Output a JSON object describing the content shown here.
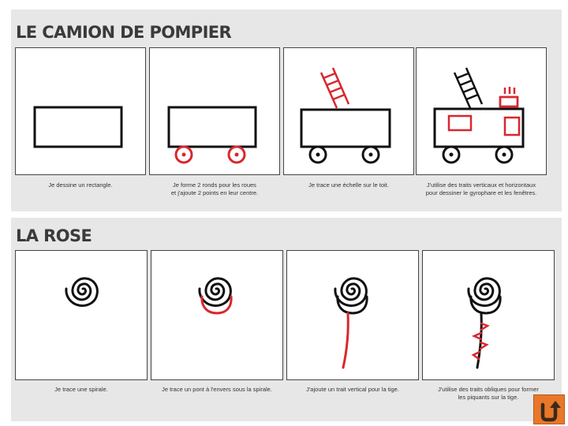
{
  "sections": {
    "truck": {
      "title": "LE CAMION DE POMPIER",
      "captions": [
        [
          "Je dessine un rectangle."
        ],
        [
          "Je forme 2 ronds pour les roues",
          "et j'ajoute 2 points en leur centre."
        ],
        [
          "Je trace une échelle sur le toit."
        ],
        [
          "J'utilise des traits verticaux et horizontaux",
          "pour dessiner le gyrophare et les fenêtres."
        ]
      ]
    },
    "rose": {
      "title": "LA ROSE",
      "captions": [
        [
          "Je trace une spirale."
        ],
        [
          "Je trace un pont à l'envers sous la spirale."
        ],
        [
          "J'ajoute un trait vertical pour la tige."
        ],
        [
          "J'utilise des traits obliques pour former",
          "les piquants sur la tige."
        ]
      ]
    }
  },
  "nav": {
    "icon": "return-arrow-icon"
  },
  "colors": {
    "accent": "#e8772a",
    "drawing_red": "#d9272e",
    "drawing_black": "#111111",
    "background": "#e7e7e8"
  }
}
